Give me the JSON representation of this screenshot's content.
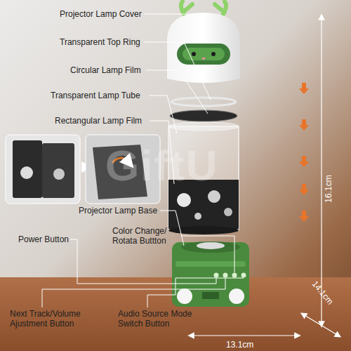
{
  "diagram": {
    "labels": [
      "Projector Lamp Cover",
      "Transparent Top Ring",
      "Circular Lamp Film",
      "Transparent Lamp Tube",
      "Rectangular Lamp Film",
      "Projector Lamp Base",
      "Power Button",
      "Color Change/ Rotata Buttton",
      "Next Track/Volume Ajustment Button",
      "Audio Source Mode Switch Button",
      "16.1cm",
      "14.1cm",
      "13.1cm",
      "GiftU"
    ]
  }
}
